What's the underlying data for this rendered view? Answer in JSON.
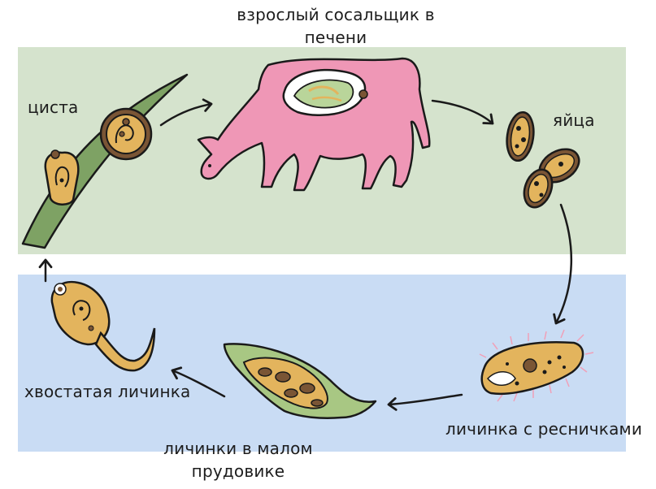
{
  "labels": {
    "adult_line1": "взрослый сосальщик в",
    "adult_line2": "печени",
    "cyst": "циста",
    "eggs": "яйца",
    "ciliated_larva": "личинка с ресничками",
    "snail_larvae_line1": "личинки в малом",
    "snail_larvae_line2": "прудовике",
    "tailed_larva": "хвостатая личинка"
  },
  "colors": {
    "top_panel": "#d5e3cd",
    "bottom_panel": "#c9dcf4",
    "cow": "#ef97b6",
    "fluke_green": "#b9d59a",
    "larva_body": "#e3b45d",
    "outline": "#1a1a1a",
    "cilia": "#f0a0b8",
    "snail_shell": "#a8c783",
    "grass": "#7ea264"
  }
}
